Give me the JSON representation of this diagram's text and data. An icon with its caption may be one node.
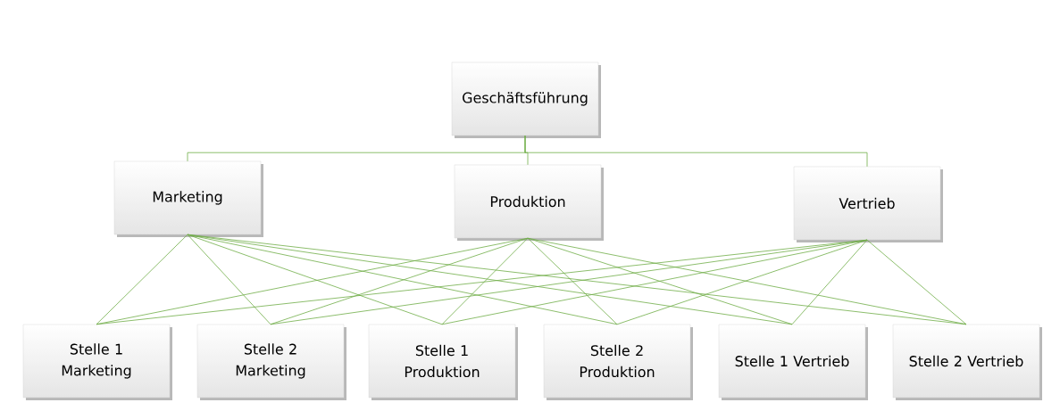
{
  "diagram": {
    "nodes": [
      {
        "text": [
          "Geschäftsführung"
        ]
      },
      {
        "text": [
          "Marketing"
        ]
      },
      {
        "text": [
          "Produktion"
        ]
      },
      {
        "text": [
          "Vertrieb"
        ]
      },
      {
        "text": [
          "Stelle 1 Marketing"
        ]
      },
      {
        "text": [
          "Stelle 2 Marketing"
        ]
      },
      {
        "text": [
          "Stelle 1 Produktion"
        ]
      },
      {
        "text": [
          "Stelle 2 Produktion"
        ]
      },
      {
        "text": [
          "Stelle 1 Vertrieb"
        ]
      },
      {
        "text": [
          "Stelle 2 Vertrieb"
        ]
      }
    ],
    "edges": [
      {
        "from": 0,
        "to": 1,
        "arrow": "none"
      },
      {
        "from": 0,
        "to": 2,
        "arrow": "none"
      },
      {
        "from": 0,
        "to": 3,
        "arrow": "none"
      },
      {
        "from": 1,
        "to": 4,
        "arrow": "none"
      },
      {
        "from": 1,
        "to": 5,
        "arrow": "none"
      },
      {
        "from": 1,
        "to": 6,
        "arrow": "none"
      },
      {
        "from": 1,
        "to": 7,
        "arrow": "none"
      },
      {
        "from": 1,
        "to": 8,
        "arrow": "none"
      },
      {
        "from": 1,
        "to": 9,
        "arrow": "none"
      },
      {
        "from": 2,
        "to": 4,
        "arrow": "none"
      },
      {
        "from": 2,
        "to": 5,
        "arrow": "none"
      },
      {
        "from": 2,
        "to": 6,
        "arrow": "none"
      },
      {
        "from": 2,
        "to": 7,
        "arrow": "none"
      },
      {
        "from": 2,
        "to": 8,
        "arrow": "none"
      },
      {
        "from": 2,
        "to": 9,
        "arrow": "none"
      },
      {
        "from": 3,
        "to": 4,
        "arrow": "none"
      },
      {
        "from": 3,
        "to": 5,
        "arrow": "none"
      },
      {
        "from": 3,
        "to": 6,
        "arrow": "none"
      },
      {
        "from": 3,
        "to": 7,
        "arrow": "none"
      },
      {
        "from": 3,
        "to": 8,
        "arrow": "none"
      },
      {
        "from": 3,
        "to": 9,
        "arrow": "none"
      }
    ]
  }
}
